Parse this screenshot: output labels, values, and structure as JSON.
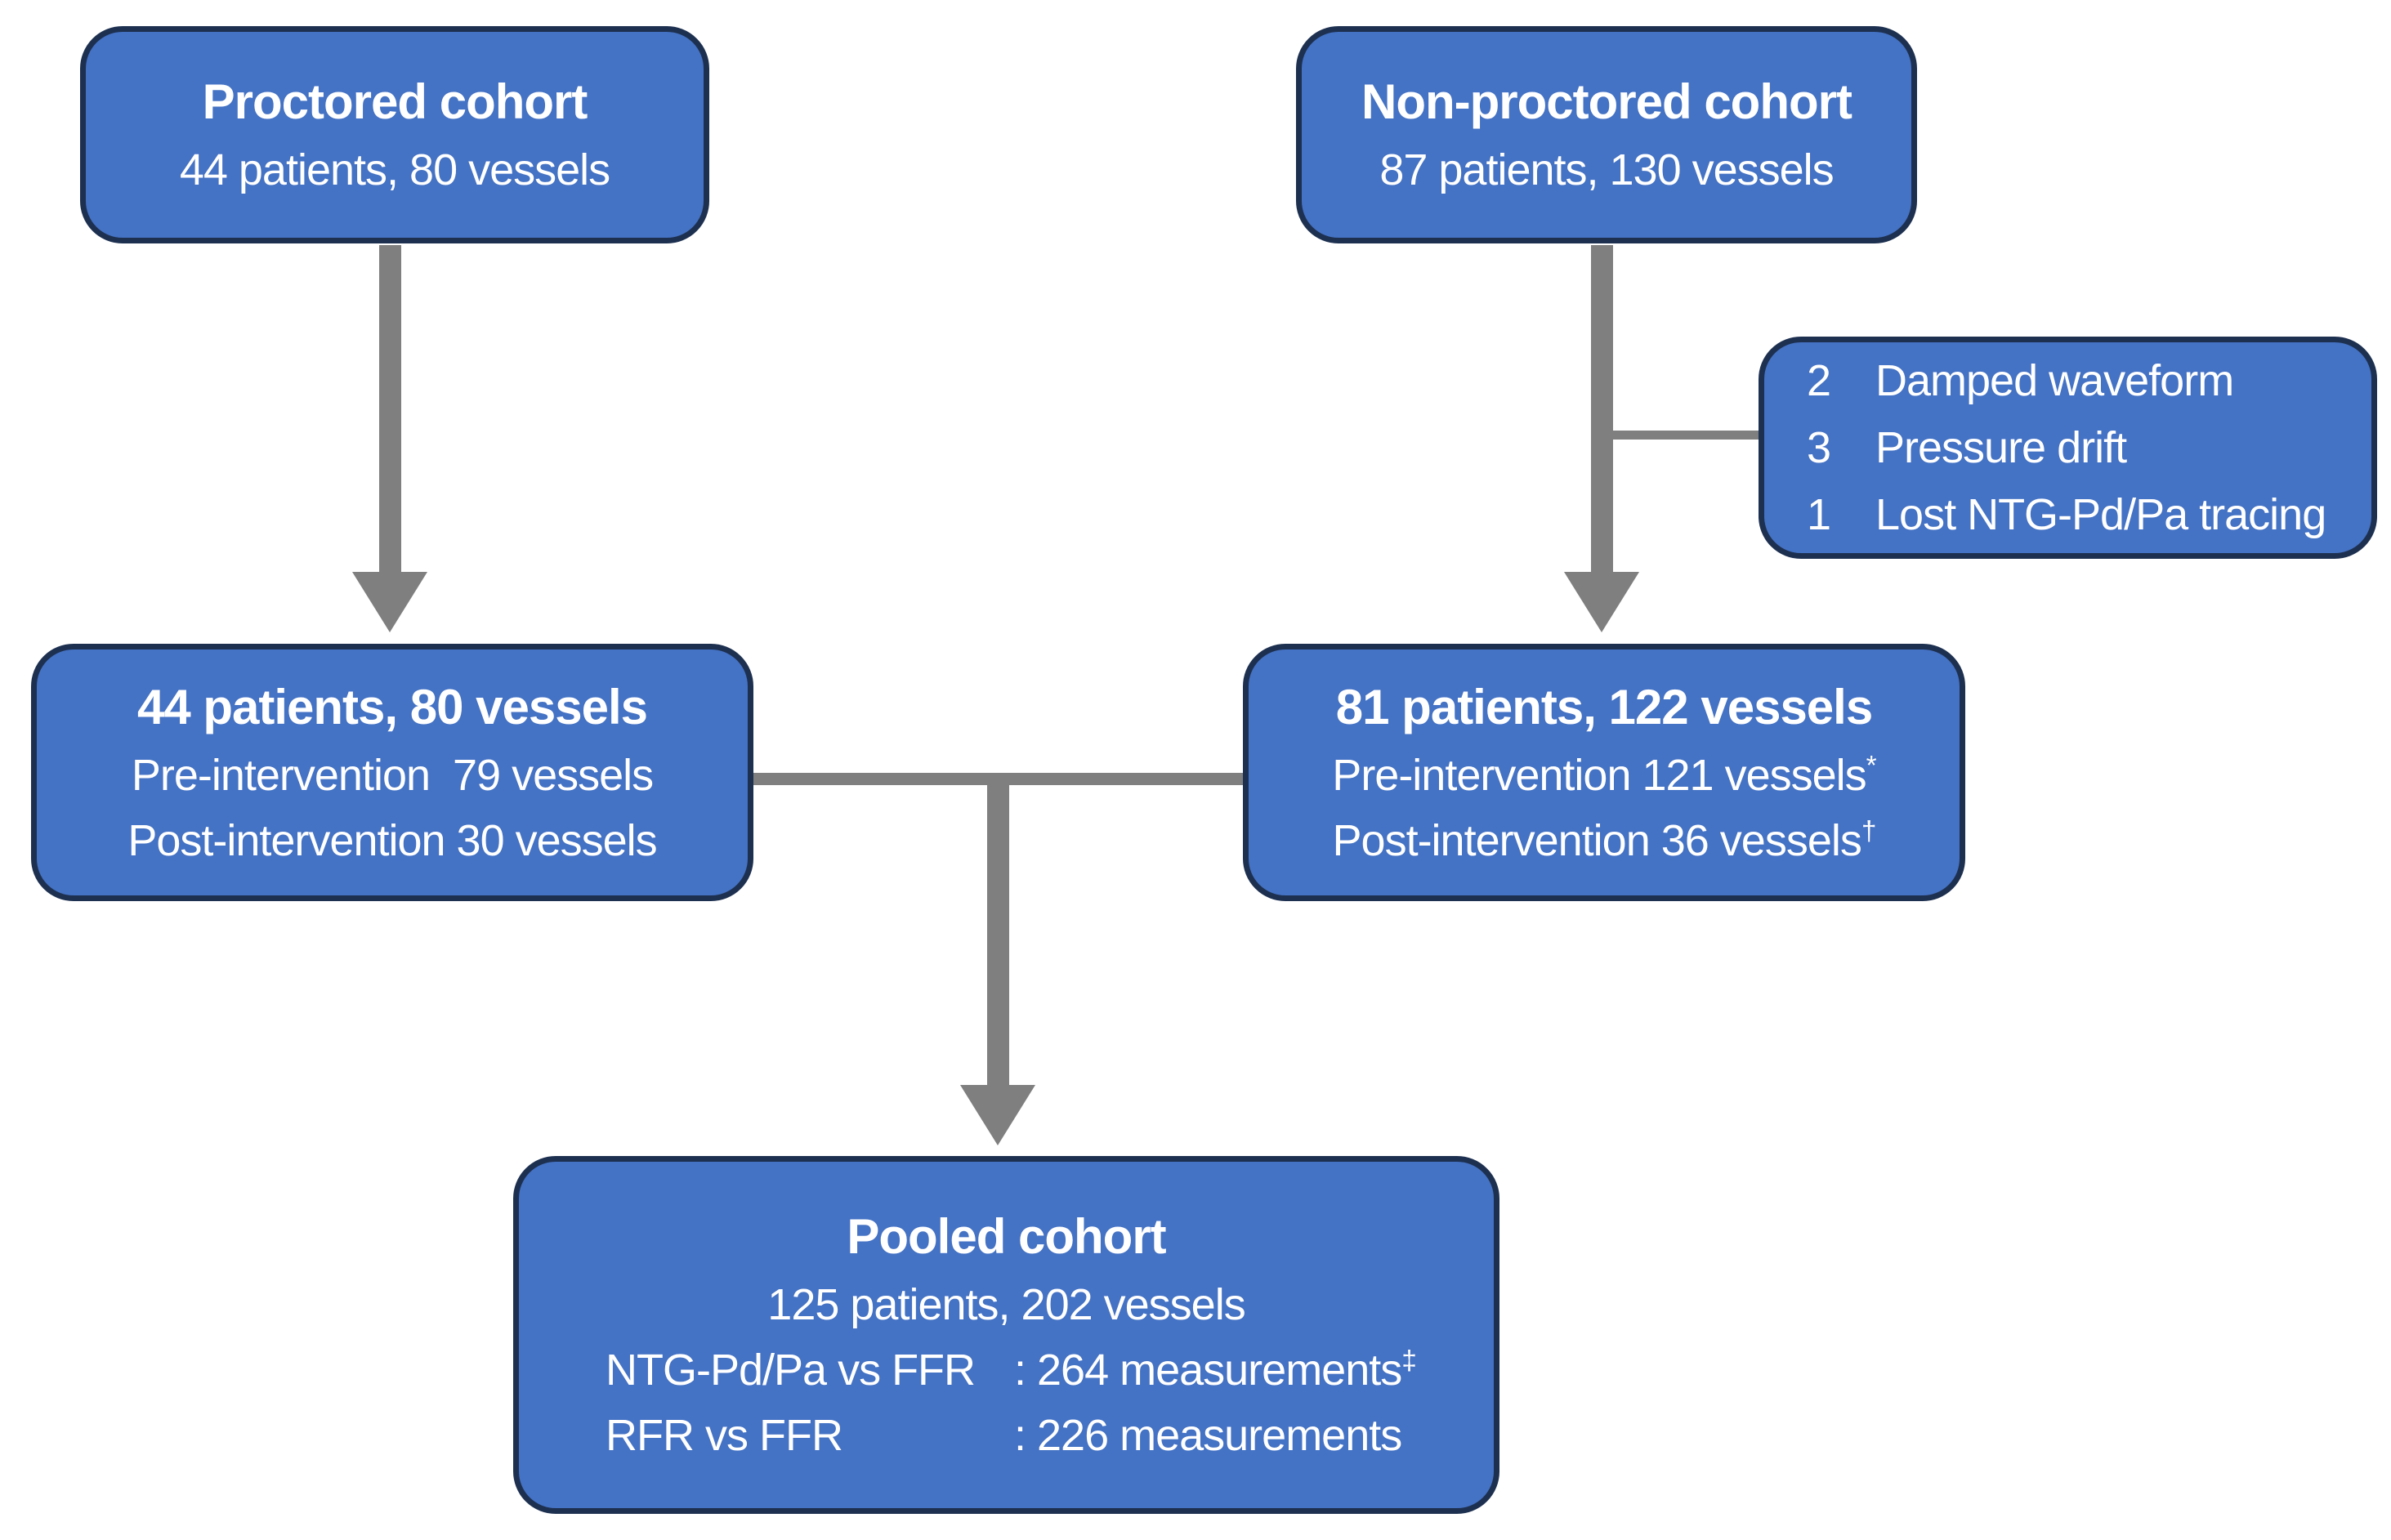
{
  "figure": {
    "background": "#ffffff",
    "box_fill": "#4472c4",
    "box_border": "#1d3050",
    "arrow_color": "#7f7f7f",
    "text_color": "#ffffff"
  },
  "boxes": {
    "proctored": {
      "title": "Proctored cohort",
      "subtitle": "44 patients, 80 vessels"
    },
    "non_proctored": {
      "title": "Non-proctored cohort",
      "subtitle": "87 patients, 130 vessels"
    },
    "exclusions": {
      "items": [
        {
          "count": "2",
          "label": "Damped waveform"
        },
        {
          "count": "3",
          "label": "Pressure drift"
        },
        {
          "count": "1",
          "label": "Lost NTG-Pd/Pa tracing"
        }
      ]
    },
    "proctored_analyzed": {
      "title": "44 patients, 80 vessels",
      "rows": [
        {
          "text": "Pre-intervention  79 vessels",
          "sup": ""
        },
        {
          "text": "Post-intervention 30 vessels",
          "sup": ""
        }
      ]
    },
    "non_proctored_analyzed": {
      "title": "81 patients, 122 vessels",
      "rows": [
        {
          "text": "Pre-intervention 121 vessels",
          "sup": "*"
        },
        {
          "text": "Post-intervention 36 vessels",
          "sup": "†"
        }
      ]
    },
    "pooled": {
      "title": "Pooled cohort",
      "subtitle": "125 patients, 202 vessels",
      "rows": [
        {
          "label": "NTG-Pd/Pa vs FFR",
          "value": ": 264 measurements",
          "sup": "‡"
        },
        {
          "label": "RFR vs FFR",
          "value": ": 226 measurements",
          "sup": ""
        }
      ]
    }
  }
}
